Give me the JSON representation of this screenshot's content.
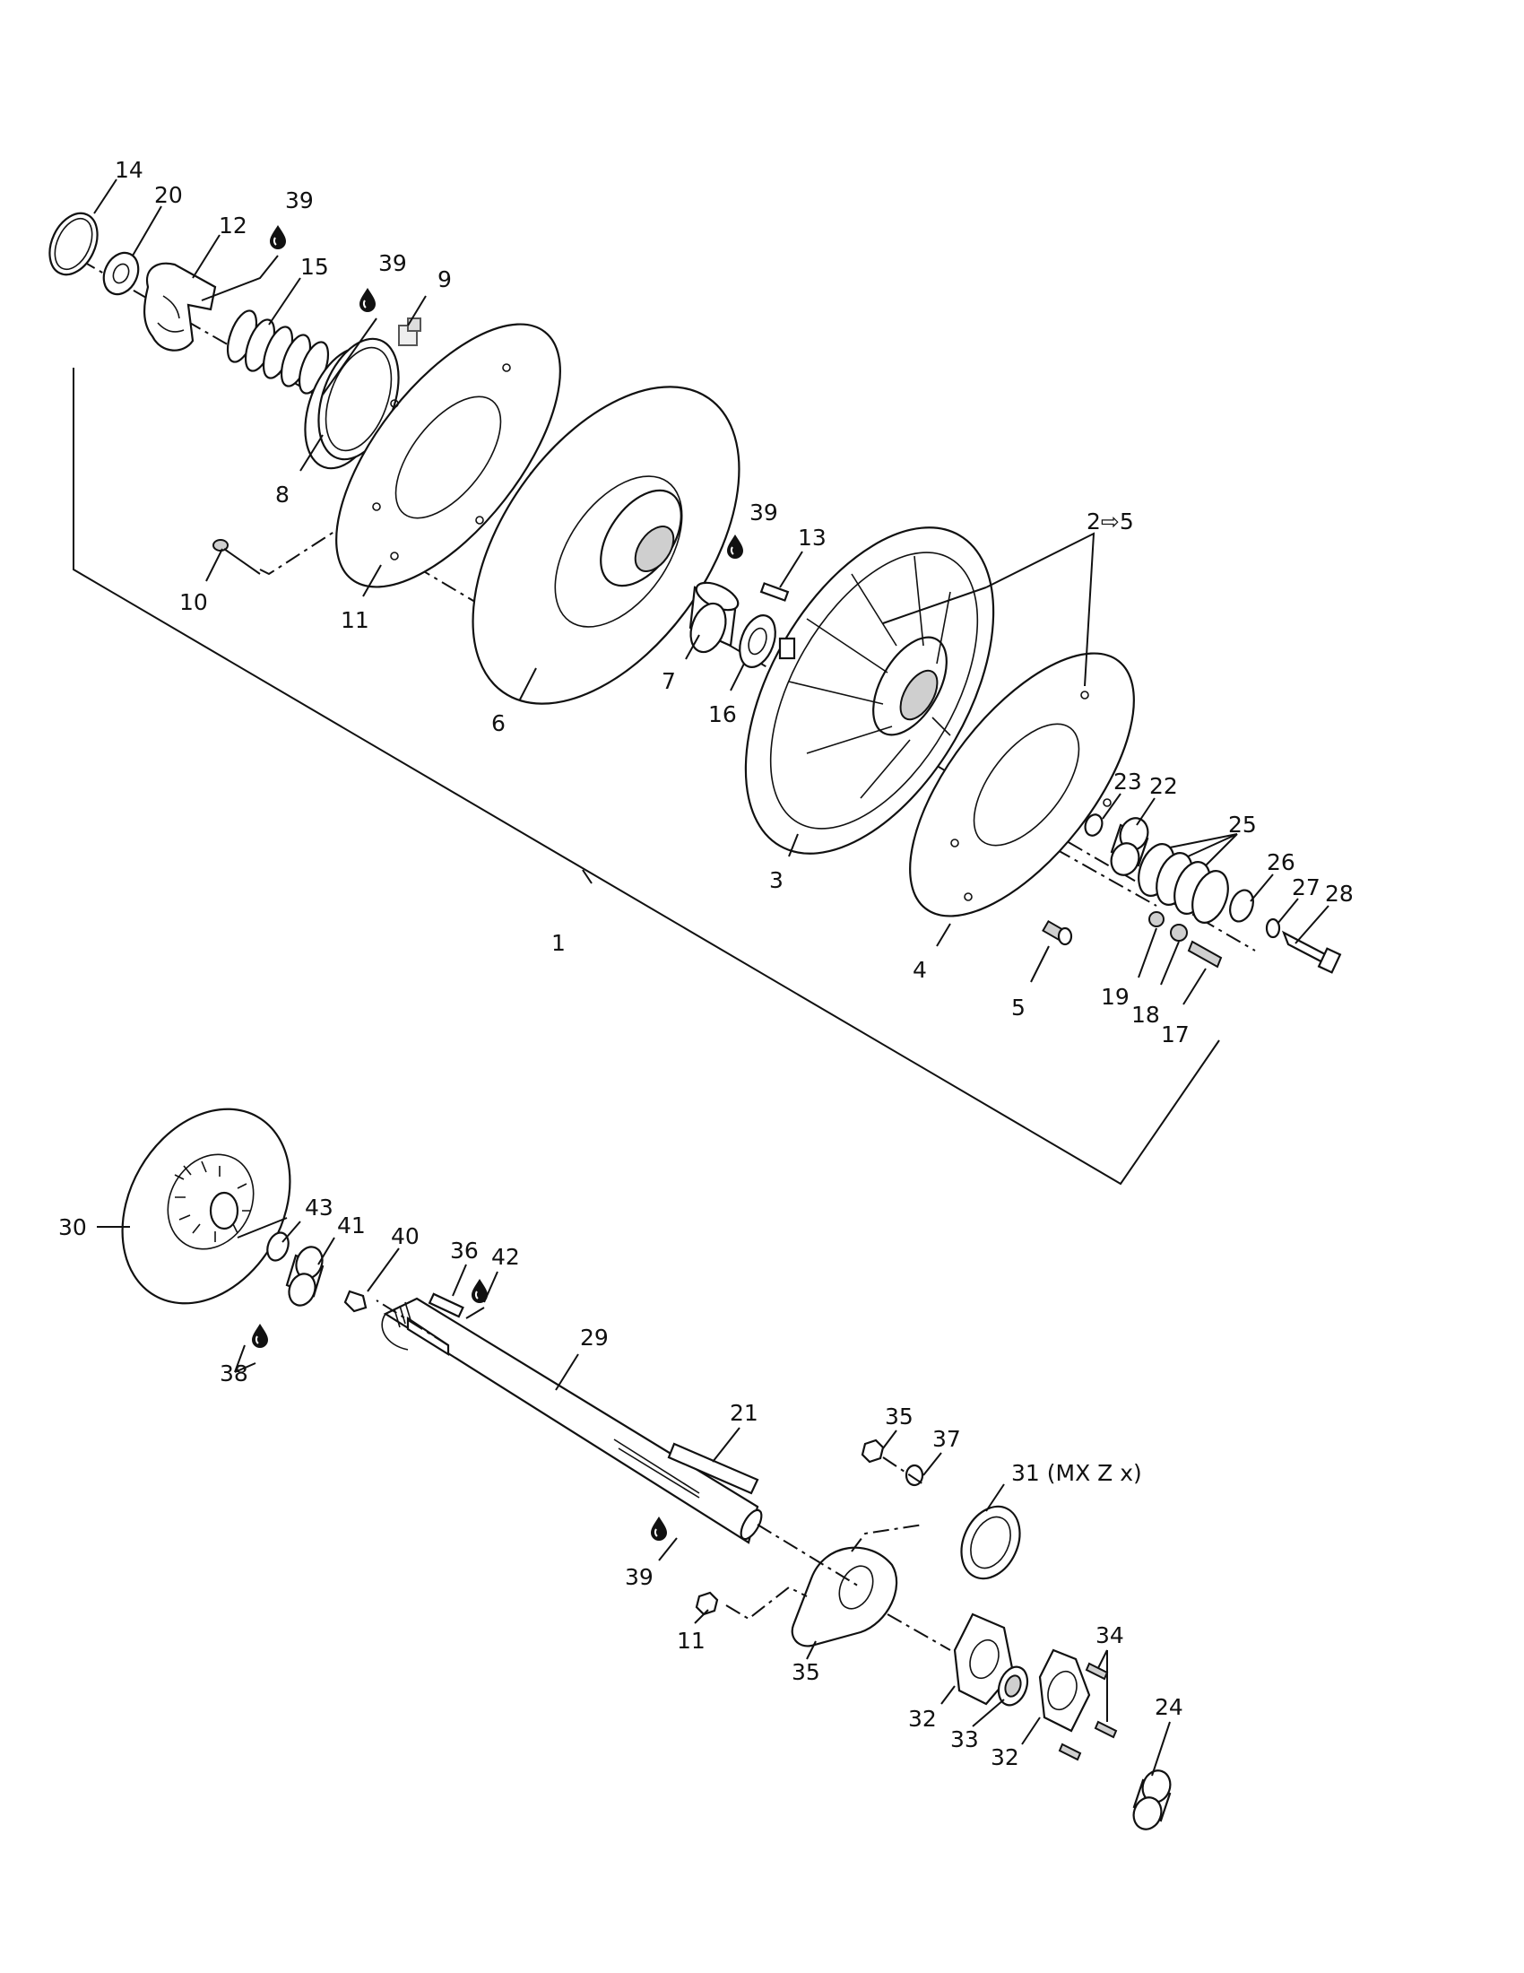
{
  "diagram": {
    "callouts": {
      "p1": "1",
      "p2to5": "2⇨5",
      "p3": "3",
      "p4": "4",
      "p5": "5",
      "p6": "6",
      "p7": "7",
      "p8": "8",
      "p9": "9",
      "p10": "10",
      "p11": "11",
      "p12": "12",
      "p13": "13",
      "p14": "14",
      "p15": "15",
      "p16": "16",
      "p17": "17",
      "p18": "18",
      "p19": "19",
      "p20": "20",
      "p21": "21",
      "p22": "22",
      "p23": "23",
      "p24": "24",
      "p25": "25",
      "p26": "26",
      "p27": "27",
      "p28": "28",
      "p29": "29",
      "p30": "30",
      "p31": "31 (MX Z x)",
      "p32a": "32",
      "p32b": "32",
      "p33": "33",
      "p34": "34",
      "p35a": "35",
      "p35b": "35",
      "p36": "36",
      "p37": "37",
      "p38": "38",
      "p39a": "39",
      "p39b": "39",
      "p39c": "39",
      "p39d": "39",
      "p40": "40",
      "p41": "41",
      "p42": "42",
      "p43": "43",
      "p11b": "11"
    },
    "icons": [
      "lubricant-drop-icon",
      "reference-box-icon"
    ]
  }
}
